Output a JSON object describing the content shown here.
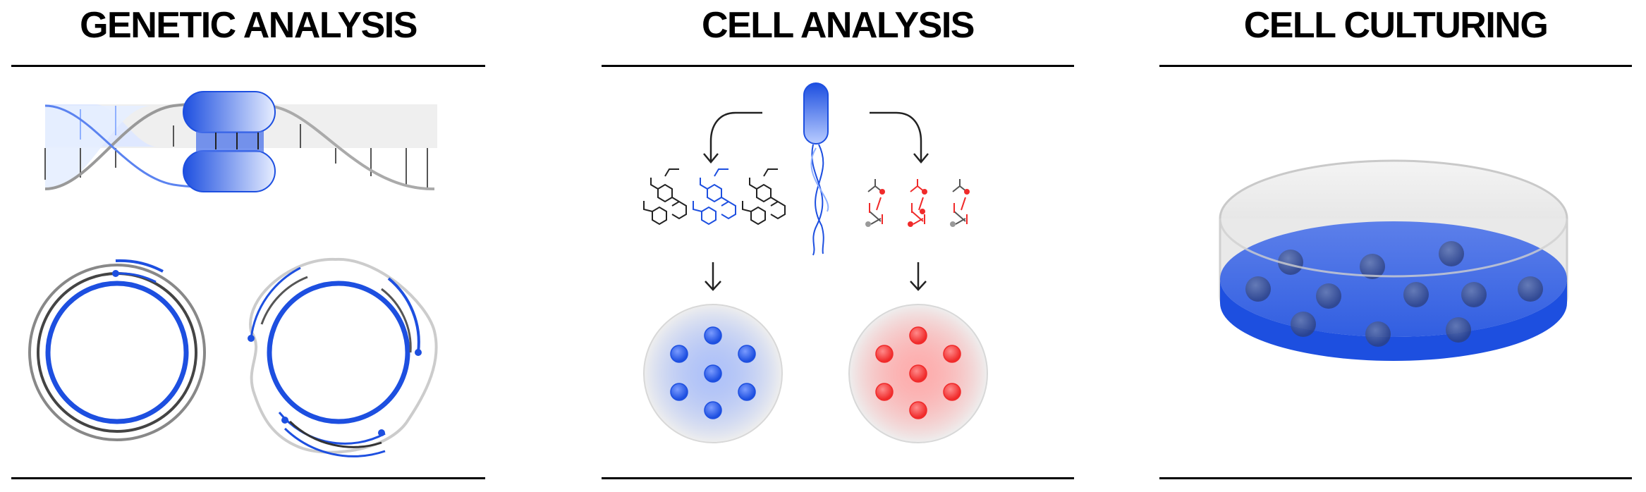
{
  "columns": [
    {
      "id": "genetic",
      "title": "GENETIC ANALYSIS"
    },
    {
      "id": "cell-analysis",
      "title": "CELL ANALYSIS"
    },
    {
      "id": "culturing",
      "title": "CELL CULTURING"
    }
  ],
  "colors": {
    "blue": "#1d4fe0",
    "blue_light": "#d6e2ff",
    "red": "#f02a2a",
    "gray": "#8c8c8c",
    "dark": "#333333"
  },
  "icons": [
    "dna-helix-icon",
    "plasmid-icon",
    "bacterium-icon",
    "molecule-icon",
    "cell-cluster-icon",
    "petri-dish-icon"
  ]
}
